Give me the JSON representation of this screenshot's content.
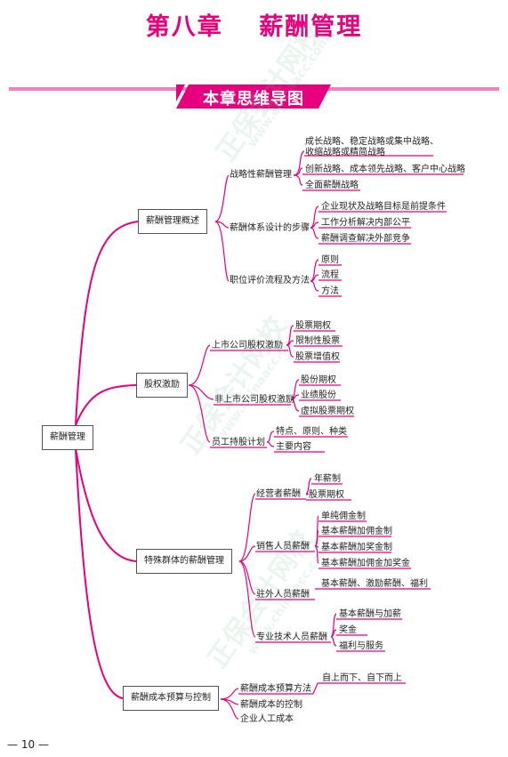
{
  "page": {
    "title": "第八章　 薪酬管理",
    "banner": "本章思维导图",
    "page_number": "— 10 —",
    "watermark": "正保会计网校",
    "watermark_url": "www.chinaacc.com"
  },
  "colors": {
    "accent": "#e6007e",
    "line": "#e6007e",
    "border": "#555555"
  },
  "mindmap": {
    "root": "薪酬管理",
    "b1": {
      "label": "薪酬管理概述",
      "s1": {
        "label": "战略性薪酬管理",
        "items": [
          "成长战略、稳定战略或集中战略、",
          "收缩战略或精简战略",
          "创新战略、成本领先战略、客户中心战略",
          "全面薪酬战略"
        ]
      },
      "s2": {
        "label": "薪酬体系设计的步骤",
        "items": [
          "企业现状及战略目标是前提条件",
          "工作分析解决内部公平",
          "薪酬调查解决外部竞争"
        ]
      },
      "s3": {
        "label": "职位评价流程及方法",
        "items": [
          "原则",
          "流程",
          "方法"
        ]
      }
    },
    "b2": {
      "label": "股权激励",
      "s1": {
        "label": "上市公司股权激励",
        "items": [
          "股票期权",
          "限制性股票",
          "股票增值权"
        ]
      },
      "s2": {
        "label": "非上市公司股权激励",
        "items": [
          "股份期权",
          "业绩股份",
          "虚拟股票期权"
        ]
      },
      "s3": {
        "label": "员工持股计划",
        "items": [
          "特点、原则、种类",
          "主要内容"
        ]
      }
    },
    "b3": {
      "label": "特殊群体的薪酬管理",
      "s1": {
        "label": "经营者薪酬",
        "items": [
          "年薪制",
          "股票期权"
        ]
      },
      "s2": {
        "label": "销售人员薪酬",
        "items": [
          "单纯佣金制",
          "基本薪酬加佣金制",
          "基本薪酬加奖金制",
          "基本薪酬加佣金加奖金"
        ]
      },
      "s3": {
        "label": "驻外人员薪酬",
        "items": [
          "基本薪酬、激励薪酬、福利"
        ]
      },
      "s4": {
        "label": "专业技术人员薪酬",
        "items": [
          "基本薪酬与加薪",
          "奖金",
          "福利与服务"
        ]
      }
    },
    "b4": {
      "label": "薪酬成本预算与控制",
      "s1": {
        "label": "薪酬成本预算方法",
        "items": [
          "自上而下、自下而上"
        ]
      },
      "s2": {
        "label": "薪酬成本的控制"
      },
      "s3": {
        "label": "企业人工成本"
      }
    }
  }
}
